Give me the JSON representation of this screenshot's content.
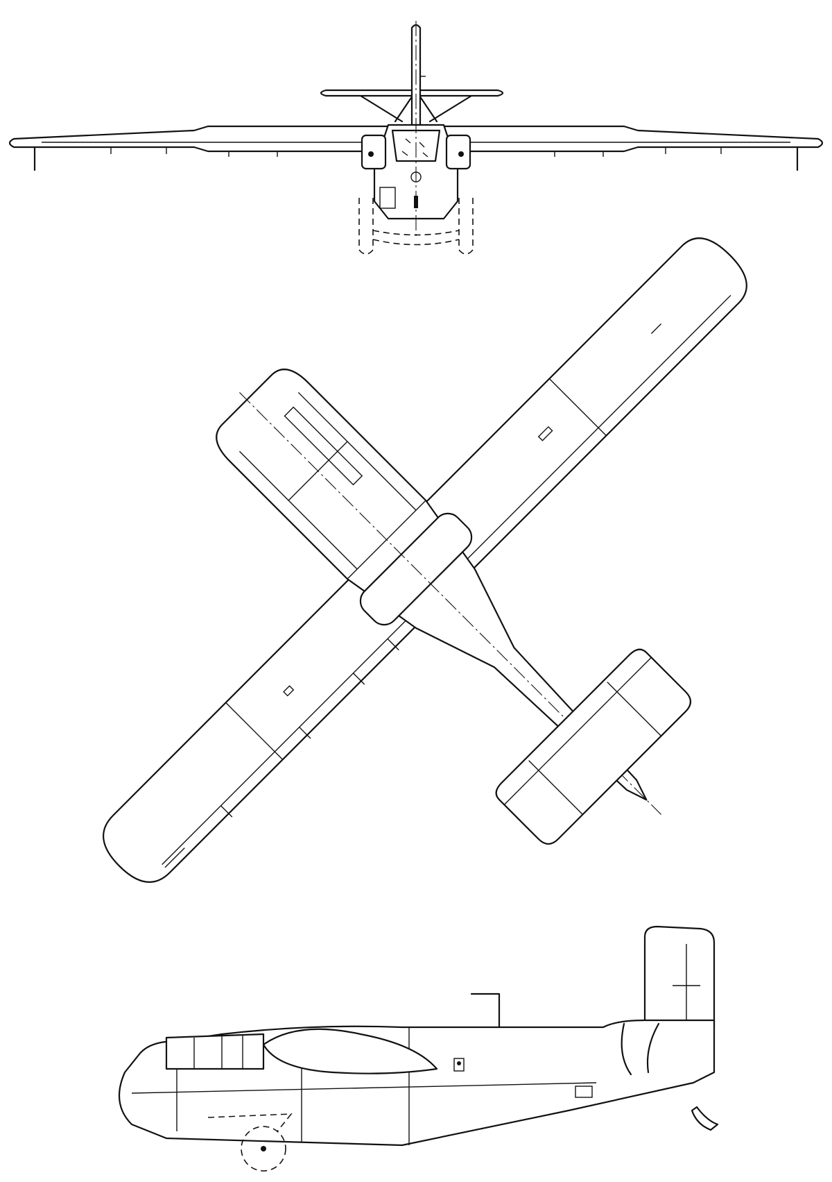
{
  "document": {
    "kind": "three-view aircraft line drawing",
    "views": [
      "front-view",
      "top-view",
      "side-view"
    ],
    "printed_text": []
  },
  "colors": {
    "line": "#111111",
    "background": "#ffffff"
  }
}
